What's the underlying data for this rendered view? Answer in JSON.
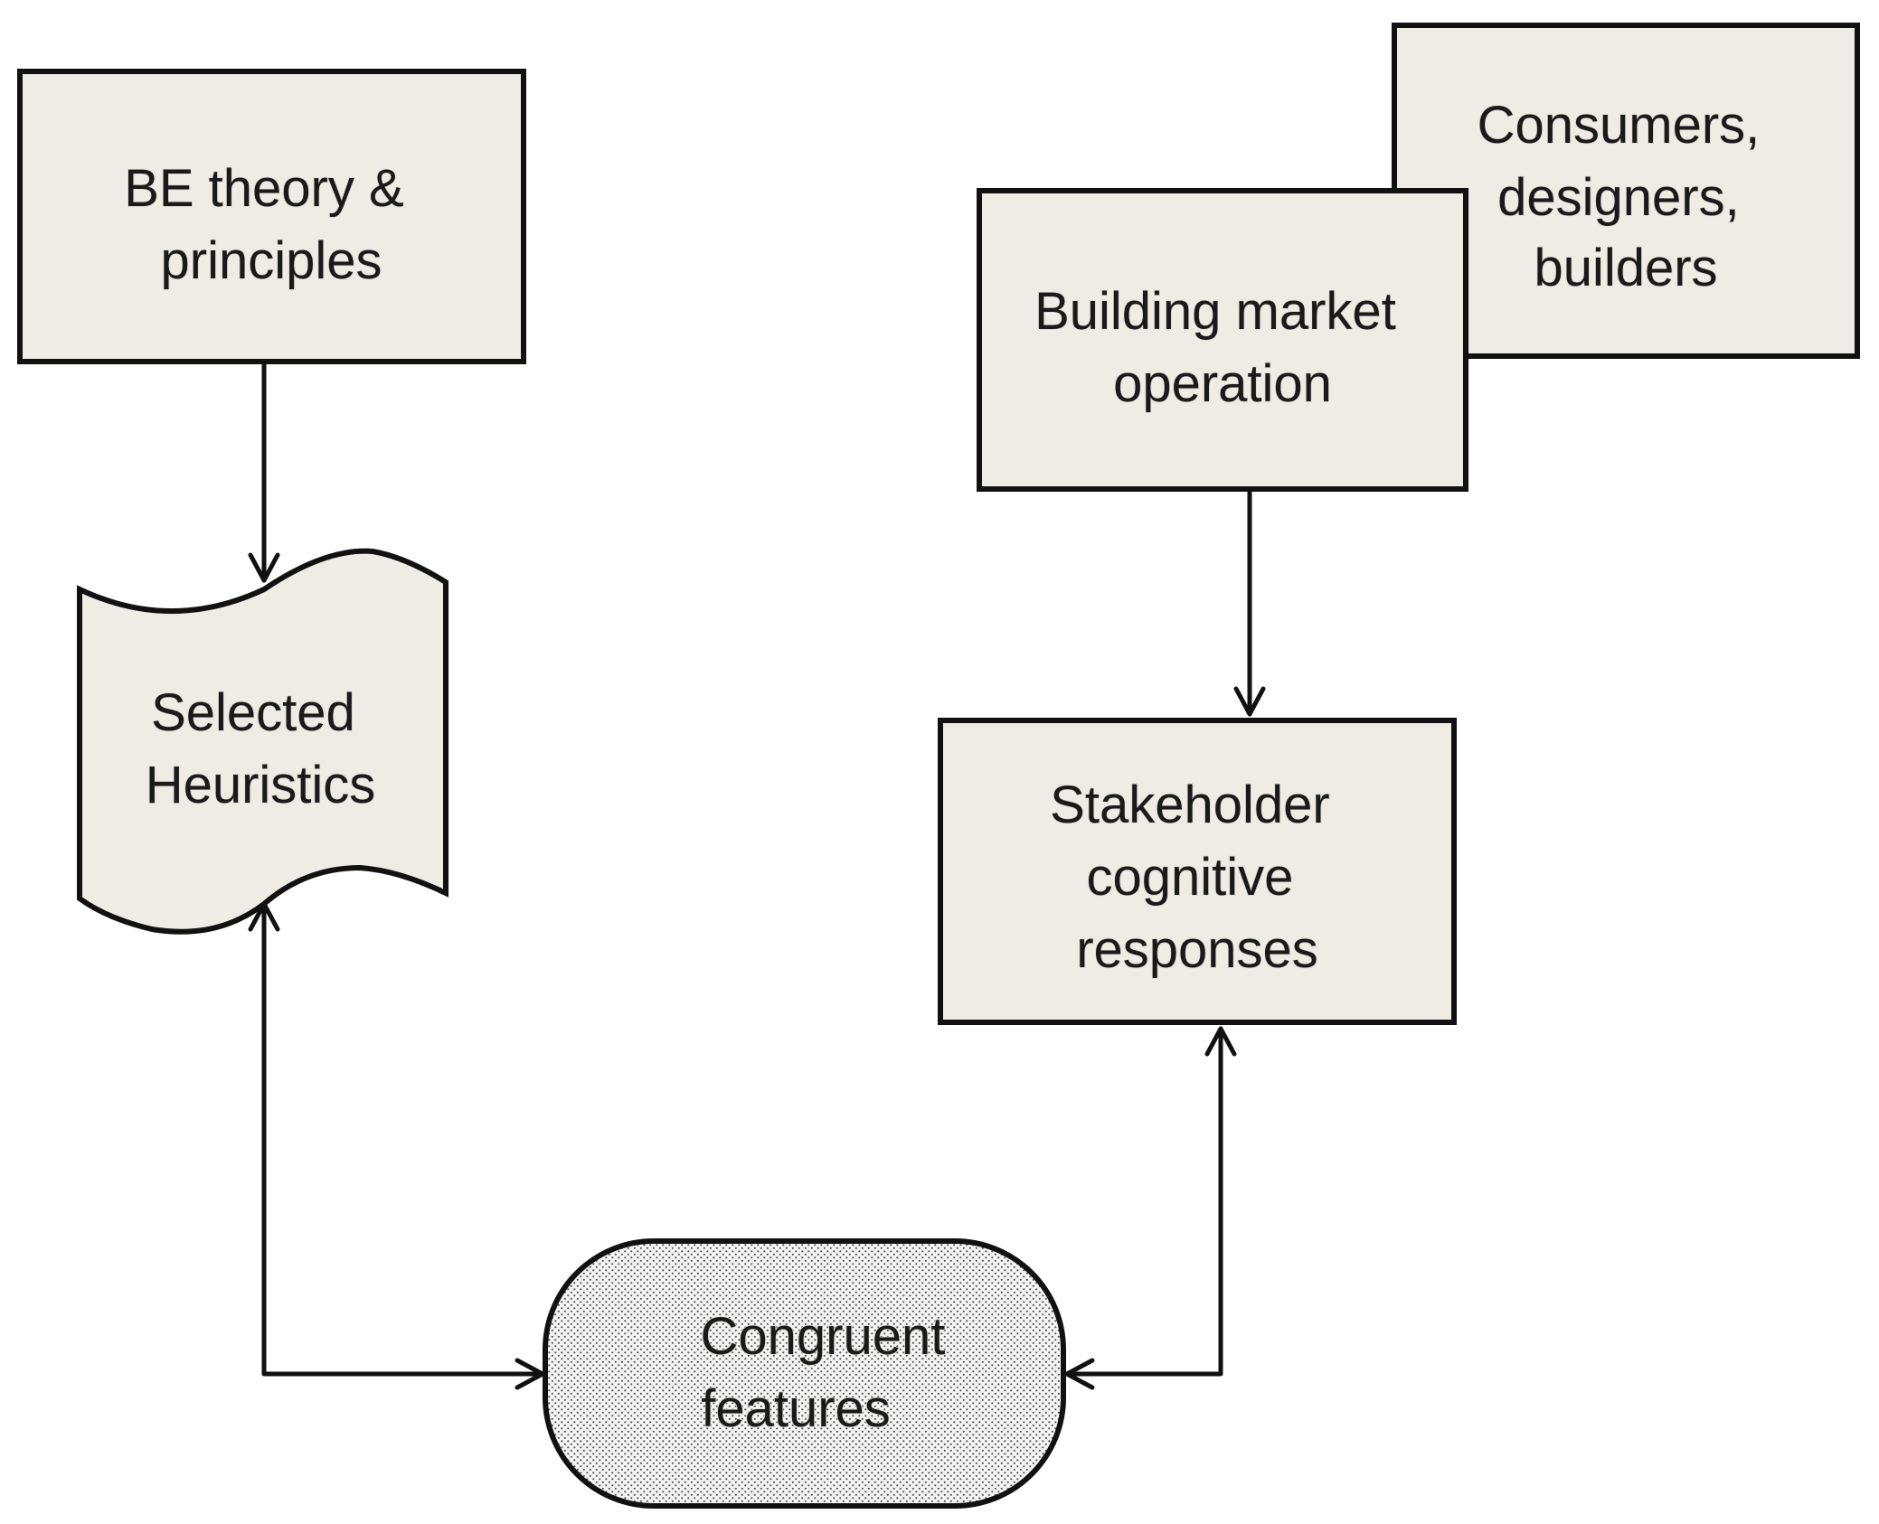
{
  "colors": {
    "box_fill": "#efece6",
    "outline": "#111111",
    "text": "#1a1a1a",
    "dot_pattern": "#555555"
  },
  "nodes": {
    "be_theory": {
      "lines": [
        "BE theory &",
        "principles"
      ]
    },
    "consumers": {
      "lines": [
        "Consumers,",
        "designers,",
        "builders"
      ]
    },
    "building_market": {
      "lines": [
        "Building market",
        "operation"
      ]
    },
    "selected_heuristics": {
      "lines": [
        "Selected",
        "Heuristics"
      ]
    },
    "stakeholder": {
      "lines": [
        "Stakeholder",
        "cognitive",
        "responses"
      ]
    },
    "congruent": {
      "lines": [
        "Congruent",
        "features"
      ]
    }
  }
}
